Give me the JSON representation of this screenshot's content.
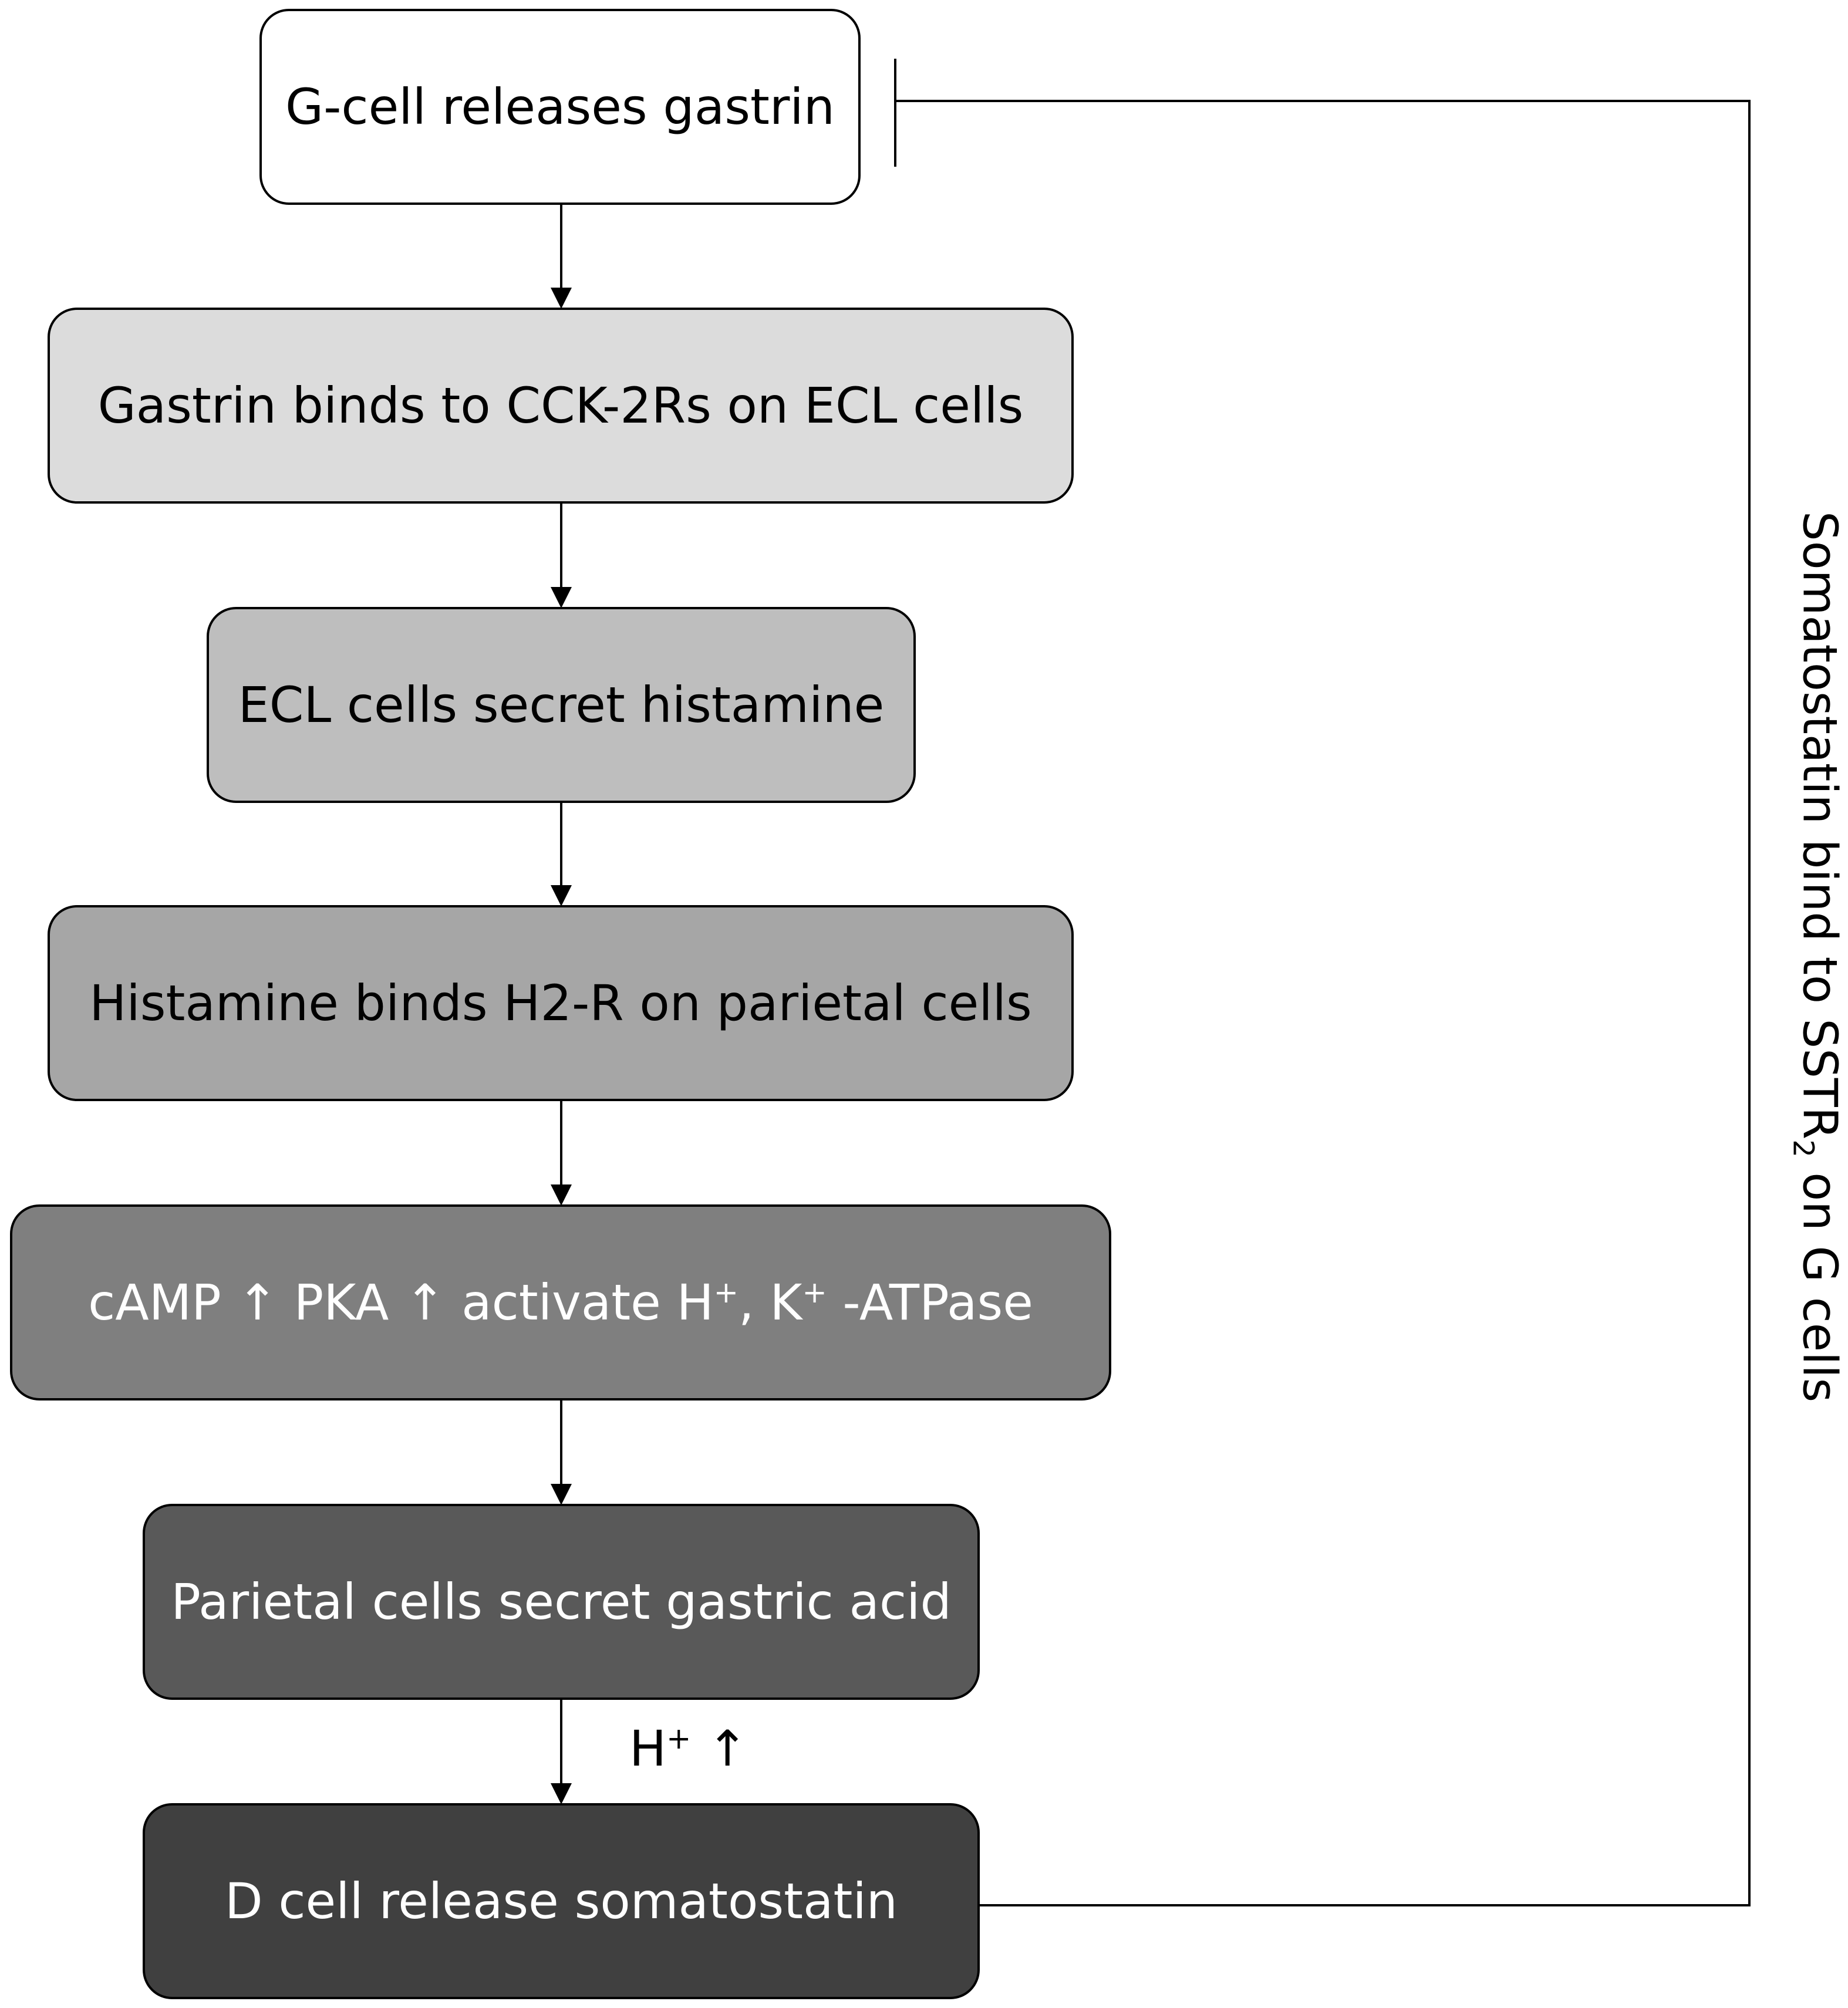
{
  "boxes": [
    {
      "id": "b1",
      "text": "G-cell releases gastrin",
      "fill": "#ffffff",
      "text_color": "#000000"
    },
    {
      "id": "b2",
      "text": "Gastrin binds to CCK-2Rs on ECL cells",
      "fill": "#dcdcdc",
      "text_color": "#000000"
    },
    {
      "id": "b3",
      "text": "ECL cells secret histamine",
      "fill": "#bebebe",
      "text_color": "#000000"
    },
    {
      "id": "b4",
      "text": "Histamine binds H2-R on parietal cells",
      "fill": "#a6a6a6",
      "text_color": "#000000"
    },
    {
      "id": "b5",
      "text_parts": [
        "cAMP ↑ PKA ↑ activate H",
        "+",
        ", K",
        "+",
        " -ATPase"
      ],
      "fill": "#7f7f7f",
      "text_color": "#ffffff"
    },
    {
      "id": "b6",
      "text": "Parietal cells secret gastric acid",
      "fill": "#595959",
      "text_color": "#ffffff"
    },
    {
      "id": "b7",
      "text": "D cell release somatostatin",
      "fill": "#404040",
      "text_color": "#ffffff"
    }
  ],
  "edge_label_h_plus": {
    "base": "H",
    "sup": "+",
    "arrow": " ↑"
  },
  "feedback_label": {
    "before": "Somatostatin bind to SSTR",
    "sub": "2",
    "after": " on G cells"
  },
  "colors": {
    "line": "#000000",
    "background": "#ffffff"
  }
}
